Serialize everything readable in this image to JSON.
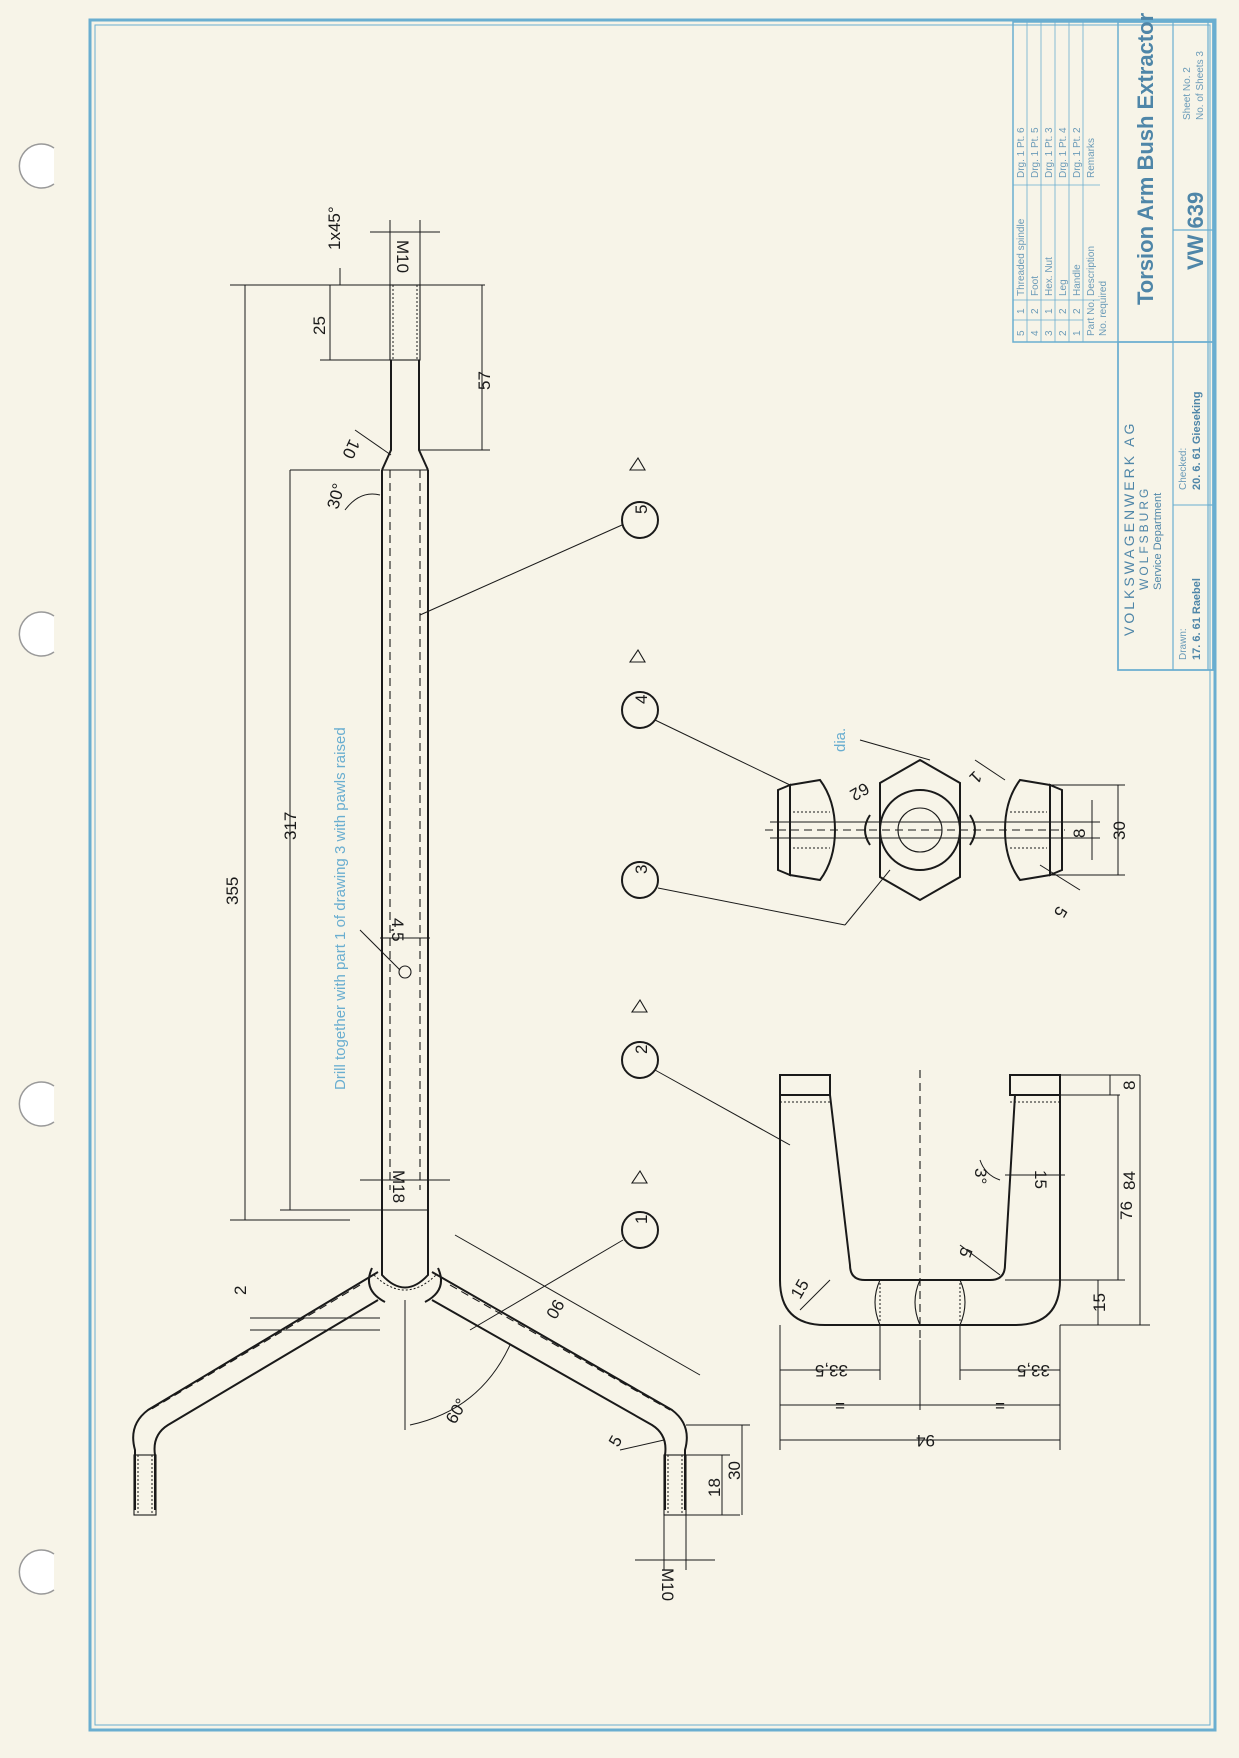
{
  "title_block": {
    "company": "VOLKSWAGENWERK AG",
    "city": "WOLFSBURG",
    "department": "Service Department",
    "drawn_label": "Drawn:",
    "drawn_value": "17. 6. 61 Raebel",
    "checked_label": "Checked:",
    "checked_value": "20. 6. 61 Gieseking",
    "title": "Torsion Arm Bush Extractor",
    "number": "VW 639",
    "sheet_no": "Sheet No. 2",
    "sheets_total": "No. of Sheets 3",
    "header_part": "Part No.",
    "header_no": "No. required",
    "header_desc": "Description",
    "header_remarks": "Remarks",
    "parts": [
      {
        "part": "5",
        "qty": "1",
        "desc": "Threaded spindle",
        "remarks": "Drg. 1 Pt. 6"
      },
      {
        "part": "4",
        "qty": "2",
        "desc": "Foot",
        "remarks": "Drg. 1 Pt. 5"
      },
      {
        "part": "3",
        "qty": "1",
        "desc": "Hex. Nut",
        "remarks": "Drg. 1 Pt. 3"
      },
      {
        "part": "2",
        "qty": "2",
        "desc": "Leg",
        "remarks": "Drg. 1 Pt. 4"
      },
      {
        "part": "1",
        "qty": "2",
        "desc": "Handle",
        "remarks": "Drg. 1 Pt. 2"
      }
    ]
  },
  "note": "Drill together with part 1 of drawing 3 with pawls raised",
  "dims": {
    "d_m10_top": "M10",
    "d_chamfer": "1x45°",
    "d_25": "25",
    "d_57": "57",
    "d_10": "10",
    "d_30deg": "30°",
    "d_355": "355",
    "d_317": "317",
    "d_45": "4,5",
    "d_m18": "M18",
    "d_2": "2",
    "d_90": "90",
    "d_60": "60°",
    "d_5_foot": "5",
    "d_18": "18",
    "d_30": "30",
    "d_m10_bot": "M10",
    "d_dia": "dia.",
    "d_62": "62",
    "d_1": "1",
    "d_8": "8",
    "d_30b": "30",
    "d_5b": "5",
    "d_8u": "8",
    "d_84": "84",
    "d_76": "76",
    "d_15r": "15",
    "d_15i": "15",
    "d_3deg": "3°",
    "d_5u": "5",
    "d_15c": "15",
    "d_335a": "33,5",
    "d_335b": "33,5",
    "d_eq1": "=",
    "d_eq2": "=",
    "d_94": "94"
  },
  "balloons": [
    "1",
    "2",
    "3",
    "4",
    "5"
  ],
  "colors": {
    "paper": "#f7f4e8",
    "border": "#6aaed0",
    "title_text": "#4f86a8"
  }
}
